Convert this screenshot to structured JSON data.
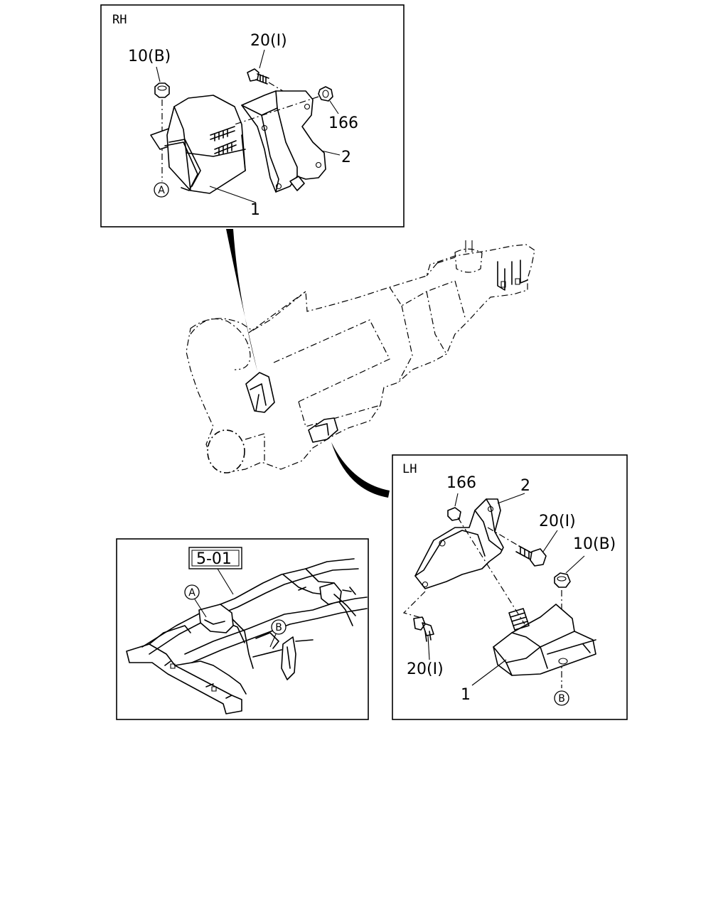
{
  "rh_panel": {
    "title": "RH",
    "labels": {
      "nut": "10(B)",
      "bolt": "20(I)",
      "nut_166": "166",
      "bracket": "2",
      "mount": "1",
      "ref_a": "A"
    }
  },
  "lh_panel": {
    "title": "LH",
    "labels": {
      "nut_166": "166",
      "bracket": "2",
      "bolt_upper": "20(I)",
      "nut": "10(B)",
      "bolt_lower": "20(I)",
      "mount": "1",
      "ref_b": "B"
    }
  },
  "frame_panel": {
    "ref_box": "5-01",
    "labels": {
      "ref_a": "A",
      "ref_b": "B"
    }
  }
}
